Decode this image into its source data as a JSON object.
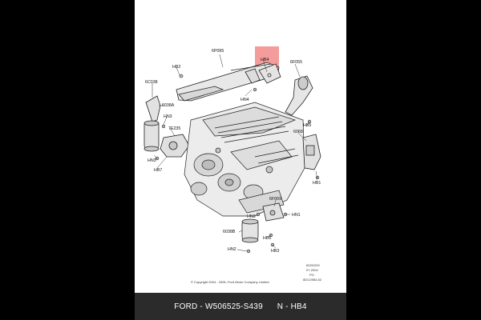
{
  "labels": {
    "l_6p095": "6P095",
    "l_hb2": "HB2",
    "l_6c038": "6C038",
    "l_6038a": "6038A",
    "l_hn3a": "HN3",
    "l_7e235": "7E235",
    "l_hn3b": "HN3",
    "l_hb7": "HB7",
    "l_hb4_box": "HB4",
    "l_6f055": "6F055",
    "l_hn4": "HN4",
    "l_hb5": "HB5",
    "l_6068": "6068",
    "l_hb1": "HB1",
    "l_6f069": "6F069",
    "l_hn1": "HN1",
    "l_hn3c": "HN3",
    "l_6038b": "6038B",
    "l_hb6": "HB6",
    "l_hn2": "HN2",
    "l_hb3": "HB3"
  },
  "copyright": "© Copyright 2004 - 2006, Ford Motor Company Limited",
  "ref_codes": [
    "6020/200",
    "07-2004",
    "PO",
    "8D/12984-52"
  ],
  "caption": {
    "brand": "FORD",
    "part_number": "W506525-S439",
    "suffix": "N - HB4"
  },
  "highlight_color": "#f28b8b"
}
